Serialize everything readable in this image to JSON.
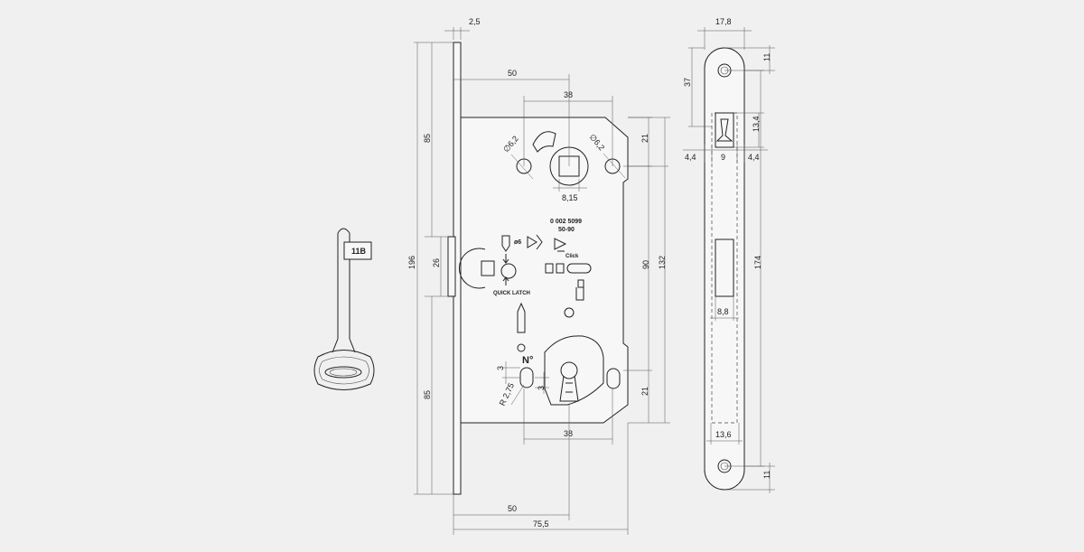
{
  "dims": {
    "d_2_5": "2,5",
    "d_50_top": "50",
    "d_38_top": "38",
    "d_phi_left": "∅6,2",
    "d_phi_right": "∅6,2",
    "d_21_top": "21",
    "d_8_15": "8,15",
    "d_85_top": "85",
    "d_196": "196",
    "d_26": "26",
    "d_90": "90",
    "d_132": "132",
    "d_85_bottom": "85",
    "d_3_a": "3",
    "d_3_b": "3",
    "d_r2_75": "R 2,75",
    "d_21_bottom": "21",
    "d_38_bottom": "38",
    "d_50_bottom": "50",
    "d_75_5": "75,5",
    "d_17_8": "17,8",
    "d_11_top": "11",
    "d_37": "37",
    "d_13_4": "13,4",
    "d_4_4_left": "4,4",
    "d_9": "9",
    "d_4_4_right": "4,4",
    "d_174": "174",
    "d_8_8": "8,8",
    "d_13_6": "13,6",
    "d_11_bottom": "11"
  },
  "labels": {
    "part_number": "0 002 5099",
    "size_range": "50-90",
    "phi6": "ø6",
    "click": "Click",
    "quick_latch": "QUICK LATCH",
    "numero": "N°",
    "key_tag": "11B"
  }
}
